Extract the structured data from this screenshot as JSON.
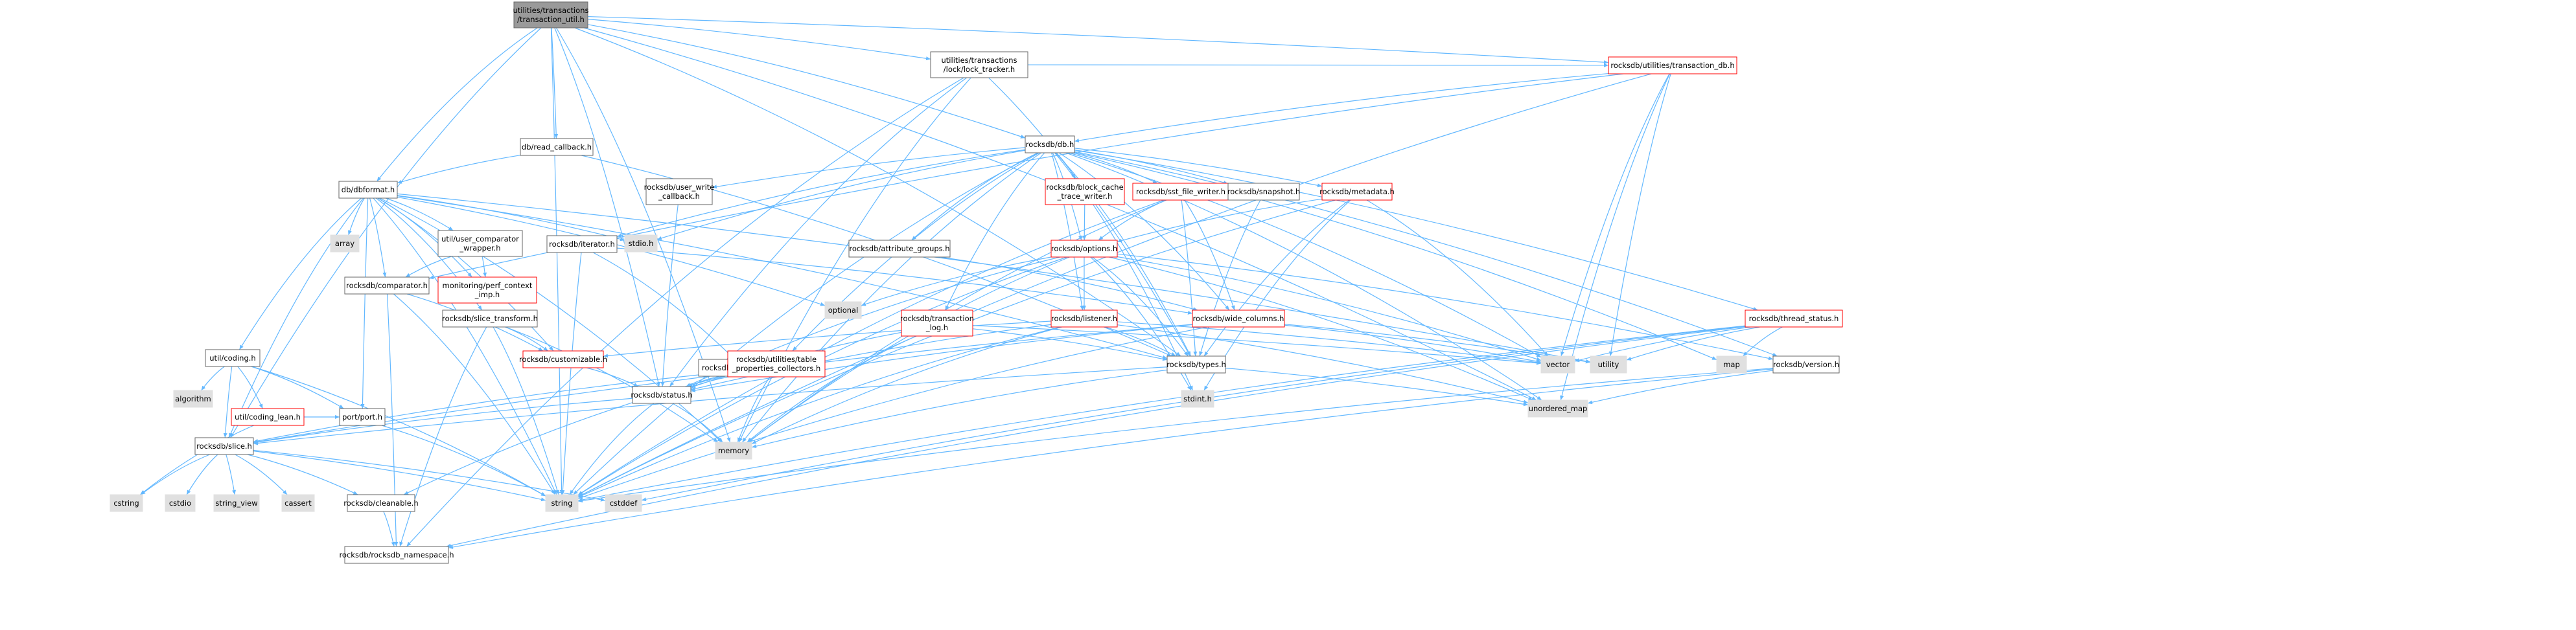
{
  "colors": {
    "root_fill": "#9a9a9a",
    "local_fill": "#ffffff",
    "local_border": "#666666",
    "redlink_border": "#ff0000",
    "system_fill": "#e0e0e0",
    "system_border": "#e0e0e0",
    "edge": "#63b8ff"
  },
  "nodes": [
    {
      "id": "root",
      "lines": [
        "utilities/transactions",
        "/transaction_util.h"
      ],
      "kind": "root"
    },
    {
      "id": "lock_tracker",
      "lines": [
        "utilities/transactions",
        "/lock/lock_tracker.h"
      ],
      "kind": "local"
    },
    {
      "id": "transaction_db",
      "lines": [
        "rocksdb/utilities/transaction_db.h"
      ],
      "kind": "red"
    },
    {
      "id": "db_h",
      "lines": [
        "rocksdb/db.h"
      ],
      "kind": "local"
    },
    {
      "id": "read_callback",
      "lines": [
        "db/read_callback.h"
      ],
      "kind": "local"
    },
    {
      "id": "dbformat",
      "lines": [
        "db/dbformat.h"
      ],
      "kind": "local"
    },
    {
      "id": "array",
      "lines": [
        "array"
      ],
      "kind": "sys"
    },
    {
      "id": "user_comparator_wrapper",
      "lines": [
        "util/user_comparator",
        "_wrapper.h"
      ],
      "kind": "local"
    },
    {
      "id": "perf_context_imp",
      "lines": [
        "monitoring/perf_context",
        "_imp.h"
      ],
      "kind": "red"
    },
    {
      "id": "comparator",
      "lines": [
        "rocksdb/comparator.h"
      ],
      "kind": "local"
    },
    {
      "id": "slice_transform",
      "lines": [
        "rocksdb/slice_transform.h"
      ],
      "kind": "local"
    },
    {
      "id": "iterator_h",
      "lines": [
        "rocksdb/iterator.h"
      ],
      "kind": "local"
    },
    {
      "id": "user_write_callback",
      "lines": [
        "rocksdb/user_write",
        "_callback.h"
      ],
      "kind": "local"
    },
    {
      "id": "stdio_h",
      "lines": [
        "stdio.h"
      ],
      "kind": "sys"
    },
    {
      "id": "block_cache_trace_writer",
      "lines": [
        "rocksdb/block_cache",
        "_trace_writer.h"
      ],
      "kind": "red"
    },
    {
      "id": "sst_file_writer",
      "lines": [
        "rocksdb/sst_file_writer.h"
      ],
      "kind": "red"
    },
    {
      "id": "snapshot",
      "lines": [
        "rocksdb/snapshot.h"
      ],
      "kind": "local"
    },
    {
      "id": "metadata",
      "lines": [
        "rocksdb/metadata.h"
      ],
      "kind": "red"
    },
    {
      "id": "attribute_groups",
      "lines": [
        "rocksdb/attribute_groups.h"
      ],
      "kind": "local"
    },
    {
      "id": "options",
      "lines": [
        "rocksdb/options.h"
      ],
      "kind": "red"
    },
    {
      "id": "optional",
      "lines": [
        "optional"
      ],
      "kind": "sys"
    },
    {
      "id": "transaction_log",
      "lines": [
        "rocksdb/transaction",
        "_log.h"
      ],
      "kind": "red"
    },
    {
      "id": "listener",
      "lines": [
        "rocksdb/listener.h"
      ],
      "kind": "red"
    },
    {
      "id": "wide_columns",
      "lines": [
        "rocksdb/wide_columns.h"
      ],
      "kind": "red"
    },
    {
      "id": "thread_status",
      "lines": [
        "rocksdb/thread_status.h"
      ],
      "kind": "red"
    },
    {
      "id": "iterator_base",
      "lines": [
        "rocksdb/iterator_base.h"
      ],
      "kind": "local"
    },
    {
      "id": "customizable",
      "lines": [
        "rocksdb/customizable.h"
      ],
      "kind": "red"
    },
    {
      "id": "table_properties_collectors",
      "lines": [
        "rocksdb/utilities/table",
        "_properties_collectors.h"
      ],
      "kind": "red"
    },
    {
      "id": "types",
      "lines": [
        "rocksdb/types.h"
      ],
      "kind": "local"
    },
    {
      "id": "vector",
      "lines": [
        "vector"
      ],
      "kind": "sys"
    },
    {
      "id": "utility",
      "lines": [
        "utility"
      ],
      "kind": "sys"
    },
    {
      "id": "map",
      "lines": [
        "map"
      ],
      "kind": "sys"
    },
    {
      "id": "version",
      "lines": [
        "rocksdb/version.h"
      ],
      "kind": "local"
    },
    {
      "id": "coding",
      "lines": [
        "util/coding.h"
      ],
      "kind": "local"
    },
    {
      "id": "algorithm",
      "lines": [
        "algorithm"
      ],
      "kind": "sys"
    },
    {
      "id": "coding_lean",
      "lines": [
        "util/coding_lean.h"
      ],
      "kind": "red"
    },
    {
      "id": "status",
      "lines": [
        "rocksdb/status.h"
      ],
      "kind": "local"
    },
    {
      "id": "stdint",
      "lines": [
        "stdint.h"
      ],
      "kind": "sys"
    },
    {
      "id": "unordered_map",
      "lines": [
        "unordered_map"
      ],
      "kind": "sys"
    },
    {
      "id": "port",
      "lines": [
        "port/port.h"
      ],
      "kind": "local"
    },
    {
      "id": "slice",
      "lines": [
        "rocksdb/slice.h"
      ],
      "kind": "local"
    },
    {
      "id": "memory",
      "lines": [
        "memory"
      ],
      "kind": "sys"
    },
    {
      "id": "cstring",
      "lines": [
        "cstring"
      ],
      "kind": "sys"
    },
    {
      "id": "cstdio",
      "lines": [
        "cstdio"
      ],
      "kind": "sys"
    },
    {
      "id": "string_view",
      "lines": [
        "string_view"
      ],
      "kind": "sys"
    },
    {
      "id": "cassert",
      "lines": [
        "cassert"
      ],
      "kind": "sys"
    },
    {
      "id": "cleanable",
      "lines": [
        "rocksdb/cleanable.h"
      ],
      "kind": "local"
    },
    {
      "id": "string",
      "lines": [
        "string"
      ],
      "kind": "sys"
    },
    {
      "id": "cstddef",
      "lines": [
        "cstddef"
      ],
      "kind": "sys"
    },
    {
      "id": "rocksdb_namespace",
      "lines": [
        "rocksdb/rocksdb_namespace.h"
      ],
      "kind": "local"
    }
  ],
  "edges": [
    [
      "root",
      "lock_tracker"
    ],
    [
      "root",
      "transaction_db"
    ],
    [
      "root",
      "db_h"
    ],
    [
      "root",
      "read_callback"
    ],
    [
      "root",
      "dbformat"
    ],
    [
      "root",
      "slice"
    ],
    [
      "root",
      "status"
    ],
    [
      "root",
      "types"
    ],
    [
      "root",
      "string"
    ],
    [
      "root",
      "memory"
    ],
    [
      "root",
      "unordered_map"
    ],
    [
      "lock_tracker",
      "transaction_db"
    ],
    [
      "lock_tracker",
      "status"
    ],
    [
      "lock_tracker",
      "types"
    ],
    [
      "lock_tracker",
      "memory"
    ],
    [
      "lock_tracker",
      "rocksdb_namespace"
    ],
    [
      "transaction_db",
      "db_h"
    ],
    [
      "transaction_db",
      "comparator"
    ],
    [
      "transaction_db",
      "vector"
    ],
    [
      "transaction_db",
      "utility"
    ],
    [
      "transaction_db",
      "string"
    ],
    [
      "transaction_db",
      "unordered_map"
    ],
    [
      "read_callback",
      "dbformat"
    ],
    [
      "read_callback",
      "types"
    ],
    [
      "dbformat",
      "stdio_h"
    ],
    [
      "dbformat",
      "array"
    ],
    [
      "dbformat",
      "memory"
    ],
    [
      "dbformat",
      "optional"
    ],
    [
      "dbformat",
      "string"
    ],
    [
      "dbformat",
      "utility"
    ],
    [
      "dbformat",
      "coding"
    ],
    [
      "dbformat",
      "user_comparator_wrapper"
    ],
    [
      "dbformat",
      "perf_context_imp"
    ],
    [
      "dbformat",
      "comparator"
    ],
    [
      "dbformat",
      "slice_transform"
    ],
    [
      "dbformat",
      "slice"
    ],
    [
      "dbformat",
      "types"
    ],
    [
      "dbformat",
      "port"
    ],
    [
      "dbformat",
      "customizable"
    ],
    [
      "user_comparator_wrapper",
      "comparator"
    ],
    [
      "user_comparator_wrapper",
      "perf_context_imp"
    ],
    [
      "comparator",
      "customizable"
    ],
    [
      "comparator",
      "rocksdb_namespace"
    ],
    [
      "comparator",
      "string"
    ],
    [
      "slice_transform",
      "string"
    ],
    [
      "slice_transform",
      "customizable"
    ],
    [
      "slice_transform",
      "memory"
    ],
    [
      "slice_transform",
      "rocksdb_namespace"
    ],
    [
      "db_h",
      "stdio_h"
    ],
    [
      "db_h",
      "user_write_callback"
    ],
    [
      "db_h",
      "iterator_h"
    ],
    [
      "db_h",
      "block_cache_trace_writer"
    ],
    [
      "db_h",
      "sst_file_writer"
    ],
    [
      "db_h",
      "snapshot"
    ],
    [
      "db_h",
      "metadata"
    ],
    [
      "db_h",
      "attribute_groups"
    ],
    [
      "db_h",
      "options"
    ],
    [
      "db_h",
      "transaction_log"
    ],
    [
      "db_h",
      "listener"
    ],
    [
      "db_h",
      "wide_columns"
    ],
    [
      "db_h",
      "thread_status"
    ],
    [
      "db_h",
      "version"
    ],
    [
      "db_h",
      "types"
    ],
    [
      "db_h",
      "table_properties_collectors"
    ],
    [
      "db_h",
      "map"
    ],
    [
      "db_h",
      "memory"
    ],
    [
      "db_h",
      "string"
    ],
    [
      "db_h",
      "unordered_map"
    ],
    [
      "db_h",
      "vector"
    ],
    [
      "db_h",
      "stdint"
    ],
    [
      "user_write_callback",
      "status"
    ],
    [
      "iterator_h",
      "iterator_base"
    ],
    [
      "iterator_h",
      "wide_columns"
    ],
    [
      "iterator_h",
      "string"
    ],
    [
      "block_cache_trace_writer",
      "options"
    ],
    [
      "sst_file_writer",
      "options"
    ],
    [
      "sst_file_writer",
      "types"
    ],
    [
      "sst_file_writer",
      "wide_columns"
    ],
    [
      "sst_file_writer",
      "memory"
    ],
    [
      "sst_file_writer",
      "string"
    ],
    [
      "snapshot",
      "types"
    ],
    [
      "metadata",
      "options"
    ],
    [
      "metadata",
      "types"
    ],
    [
      "metadata",
      "vector"
    ],
    [
      "metadata",
      "string"
    ],
    [
      "metadata",
      "stdint"
    ],
    [
      "attribute_groups",
      "wide_columns"
    ],
    [
      "options",
      "optional"
    ],
    [
      "options",
      "listener"
    ],
    [
      "options",
      "types"
    ],
    [
      "options",
      "version"
    ],
    [
      "options",
      "vector"
    ],
    [
      "options",
      "memory"
    ],
    [
      "options",
      "string"
    ],
    [
      "options",
      "unordered_map"
    ],
    [
      "options",
      "stdint"
    ],
    [
      "options",
      "status"
    ],
    [
      "transaction_log",
      "status"
    ],
    [
      "transaction_log",
      "types"
    ],
    [
      "transaction_log",
      "memory"
    ],
    [
      "transaction_log",
      "vector"
    ],
    [
      "listener",
      "customizable"
    ],
    [
      "listener",
      "types"
    ],
    [
      "listener",
      "status"
    ],
    [
      "listener",
      "memory"
    ],
    [
      "listener",
      "string"
    ],
    [
      "listener",
      "unordered_map"
    ],
    [
      "listener",
      "vector"
    ],
    [
      "wide_columns",
      "slice"
    ],
    [
      "wide_columns",
      "status"
    ],
    [
      "wide_columns",
      "vector"
    ],
    [
      "wide_columns",
      "utility"
    ],
    [
      "wide_columns",
      "string"
    ],
    [
      "thread_status",
      "vector"
    ],
    [
      "thread_status",
      "utility"
    ],
    [
      "thread_status",
      "map"
    ],
    [
      "thread_status",
      "string"
    ],
    [
      "thread_status",
      "cstddef"
    ],
    [
      "thread_status",
      "rocksdb_namespace"
    ],
    [
      "iterator_base",
      "status"
    ],
    [
      "iterator_base",
      "cleanable"
    ],
    [
      "iterator_base",
      "slice"
    ],
    [
      "customizable",
      "status"
    ],
    [
      "table_properties_collectors",
      "status"
    ],
    [
      "table_properties_collectors",
      "memory"
    ],
    [
      "types",
      "slice"
    ],
    [
      "types",
      "memory"
    ],
    [
      "types",
      "unordered_map"
    ],
    [
      "version",
      "string"
    ],
    [
      "version",
      "unordered_map"
    ],
    [
      "version",
      "rocksdb_namespace"
    ],
    [
      "coding",
      "algorithm"
    ],
    [
      "coding",
      "coding_lean"
    ],
    [
      "coding",
      "port"
    ],
    [
      "coding",
      "slice"
    ],
    [
      "coding",
      "string"
    ],
    [
      "coding_lean",
      "cstring"
    ],
    [
      "coding_lean",
      "port"
    ],
    [
      "status",
      "memory"
    ],
    [
      "status",
      "string"
    ],
    [
      "status",
      "slice"
    ],
    [
      "port",
      "string"
    ],
    [
      "slice",
      "cassert"
    ],
    [
      "slice",
      "cstdio"
    ],
    [
      "slice",
      "cstddef"
    ],
    [
      "slice",
      "cstring"
    ],
    [
      "slice",
      "string"
    ],
    [
      "slice",
      "string_view"
    ],
    [
      "slice",
      "cleanable"
    ],
    [
      "cleanable",
      "rocksdb_namespace"
    ]
  ]
}
